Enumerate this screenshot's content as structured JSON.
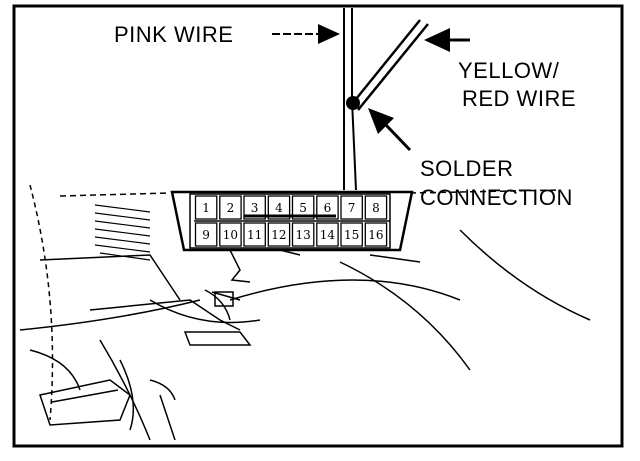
{
  "labels": {
    "pink_wire": "PINK WIRE",
    "yellow_red_line1": "YELLOW/",
    "yellow_red_line2": "RED WIRE",
    "solder_line1": "SOLDER",
    "solder_line2": "CONNECTION"
  },
  "connector": {
    "top_pins": [
      "1",
      "2",
      "3",
      "4",
      "5",
      "6",
      "7",
      "8"
    ],
    "bottom_pins": [
      "9",
      "10",
      "11",
      "12",
      "13",
      "14",
      "15",
      "16"
    ]
  },
  "colors": {
    "ink": "#000000",
    "background": "#ffffff"
  }
}
